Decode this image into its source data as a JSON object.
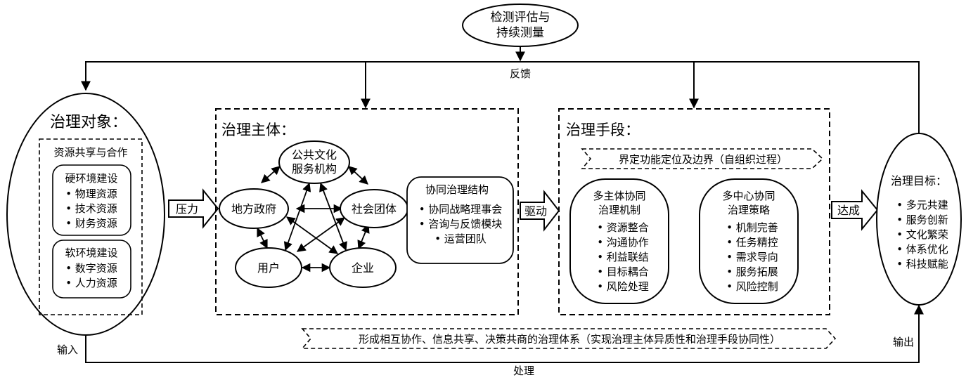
{
  "monitor": {
    "line1": "检测评估与",
    "line2": "持续测量"
  },
  "feedback_label": "反馈",
  "process_label": "处理",
  "input_label": "输入",
  "output_label": "输出",
  "objects": {
    "title": "治理对象：",
    "subtitle": "资源共享与合作",
    "hard": {
      "title": "硬环境建设",
      "items": [
        "• 物理资源",
        "• 技术资源",
        "• 财务资源"
      ]
    },
    "soft": {
      "title": "软环境建设",
      "items": [
        "• 数字资源",
        "• 人力资源"
      ]
    }
  },
  "pressure_label": "压力",
  "subjects": {
    "title": "治理主体：",
    "nodes": {
      "public_culture_l1": "公共文化",
      "public_culture_l2": "服务机构",
      "local_gov": "地方政府",
      "social_org": "社会团体",
      "user": "用户",
      "enterprise": "企业"
    },
    "structure": {
      "title": "协同治理结构",
      "items": [
        "• 协同战略理事会",
        "• 咨询与反馈模块",
        "• 运营团队"
      ]
    }
  },
  "drive_label": "驱动",
  "means": {
    "title": "治理手段：",
    "banner": "界定功能定位及边界（自组织过程）",
    "mechanism": {
      "title_l1": "多主体协同",
      "title_l2": "治理机制",
      "items": [
        "• 资源整合",
        "• 沟通协作",
        "• 利益联结",
        "• 目标耦合",
        "• 风险处理"
      ]
    },
    "strategy": {
      "title_l1": "多中心协同",
      "title_l2": "治理策略",
      "items": [
        "• 机制完善",
        "• 任务精控",
        "• 需求导向",
        "• 服务拓展",
        "• 风险控制"
      ]
    }
  },
  "achieve_label": "达成",
  "goals": {
    "title": "治理目标：",
    "items": [
      "• 多元共建",
      "• 服务创新",
      "• 文化繁荣",
      "• 体系优化",
      "• 科技赋能"
    ]
  },
  "bottom_banner": "形成相互协作、信息共享、决策共商的治理体系（实现治理主体异质性和治理手段协同性）"
}
